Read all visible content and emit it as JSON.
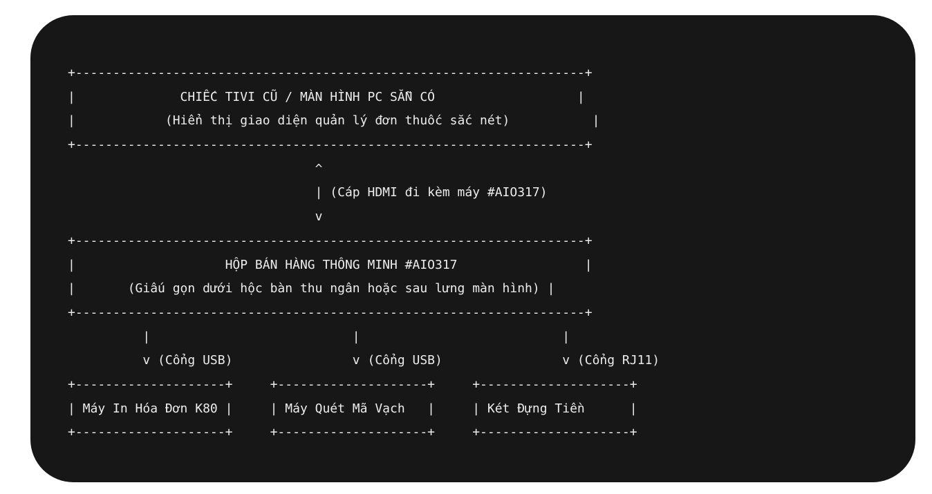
{
  "colors": {
    "background": "#ffffff",
    "panel": "#171717",
    "text": "#ededed"
  },
  "diagram": {
    "lines": [
      "+--------------------------------------------------------------------+",
      "|              CHIẾC TIVI CŨ / MÀN HÌNH PC SẴN CÓ                   |",
      "|            (Hiển thị giao diện quản lý đơn thuốc sắc nét)           |",
      "+--------------------------------------------------------------------+",
      "                                 ^",
      "                                 | (Cáp HDMI đi kèm máy #AIO317)",
      "                                 v",
      "+--------------------------------------------------------------------+",
      "|                    HỘP BÁN HÀNG THÔNG MINH #AIO317                 |",
      "|       (Giấu gọn dưới hộc bàn thu ngân hoặc sau lưng màn hình) |",
      "+--------------------------------------------------------------------+",
      "          |                           |                           |",
      "          v (Cổng USB)                v (Cổng USB)                v (Cổng RJ11)",
      "+--------------------+     +--------------------+     +--------------------+",
      "| Máy In Hóa Đơn K80 |     | Máy Quét Mã Vạch   |     | Két Đựng Tiền      |",
      "+--------------------+     +--------------------+     +--------------------+"
    ]
  }
}
